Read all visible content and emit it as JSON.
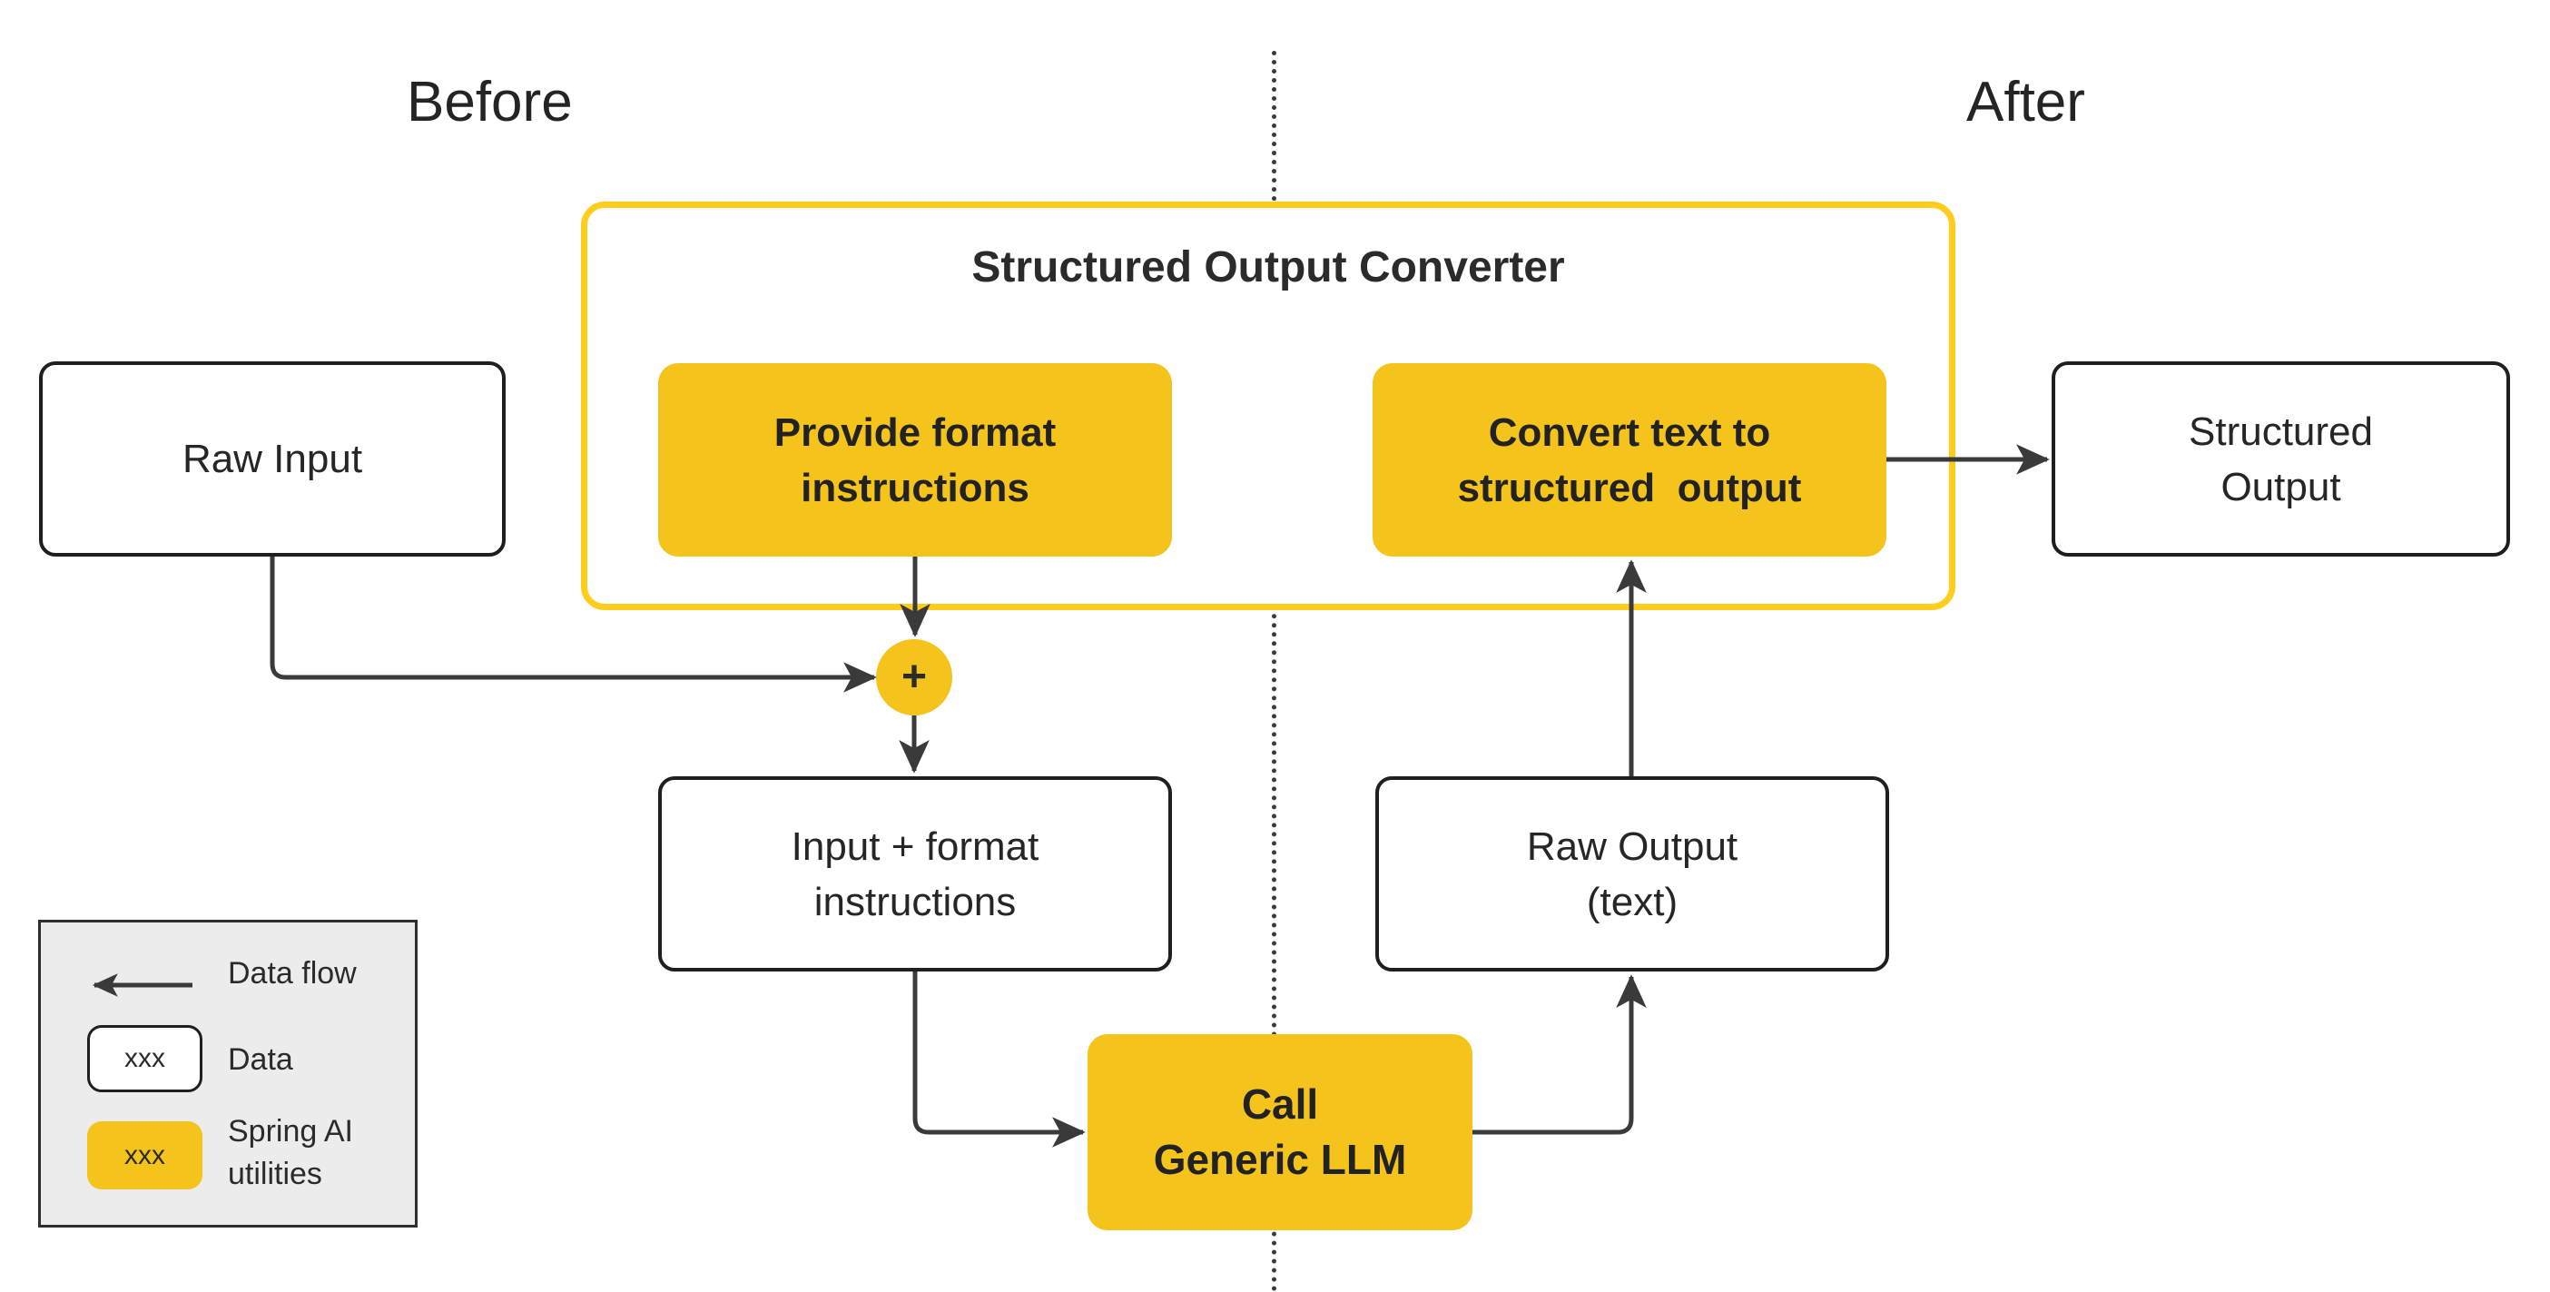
{
  "headings": {
    "before": "Before",
    "after": "After"
  },
  "container": {
    "title": "Structured Output Converter"
  },
  "nodes": {
    "raw_input": {
      "label": "Raw Input"
    },
    "provide_format": {
      "line1": "Provide format",
      "line2": "instructions"
    },
    "convert_text": {
      "line1": "Convert text to",
      "line2": "structured  output"
    },
    "structured_output": {
      "line1": "Structured",
      "line2": "Output"
    },
    "plus_junction": {
      "symbol": "+"
    },
    "input_format": {
      "line1": "Input + format",
      "line2": "instructions"
    },
    "raw_output": {
      "line1": "Raw Output",
      "line2": "(text)"
    },
    "call_llm": {
      "line1": "Call",
      "line2": "Generic LLM"
    }
  },
  "legend": {
    "data_flow_label": "Data flow",
    "data_label": "Data",
    "spring_ai_line1": "Spring AI",
    "spring_ai_line2": "utilities",
    "data_sample": "xxx",
    "spring_sample": "xxx"
  },
  "colors": {
    "yellow_fill": "#F4C31C",
    "yellow_container_border": "#FFCD1E",
    "connector_line": "#3A3A3A",
    "legend_background": "#ECECEC"
  }
}
